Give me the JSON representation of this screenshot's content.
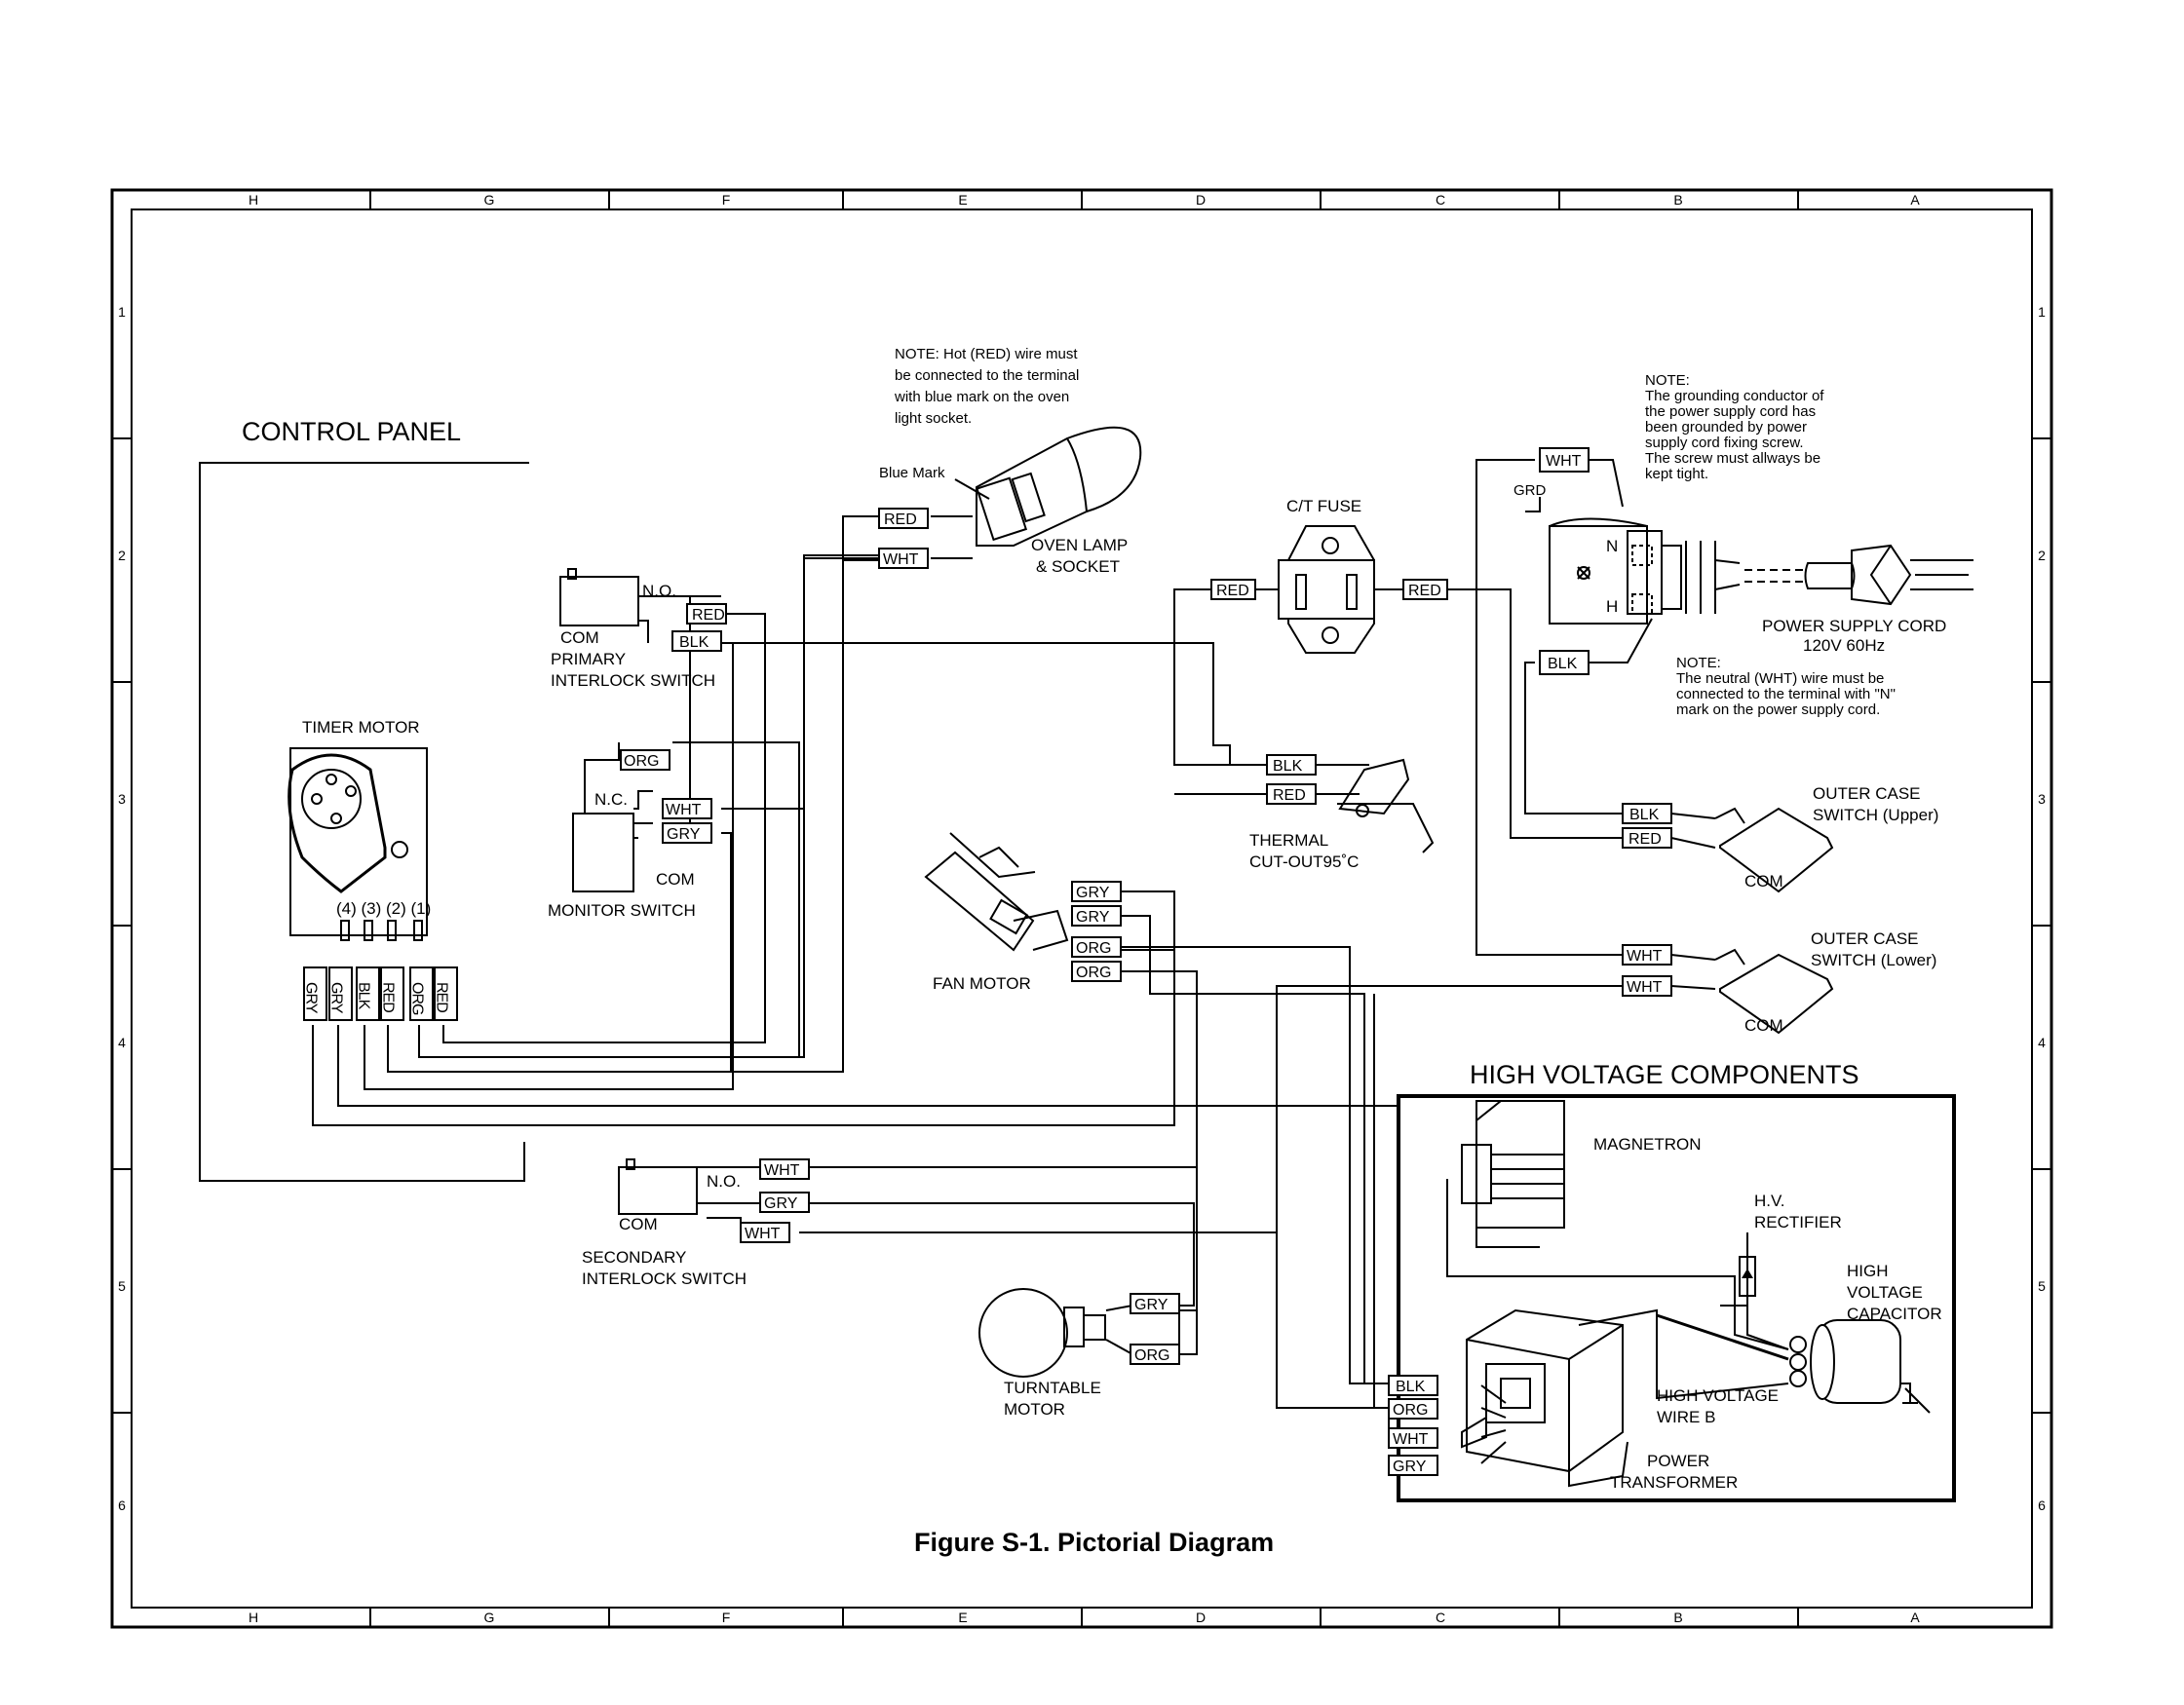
{
  "figure": {
    "caption": "Figure S-1. Pictorial Diagram"
  },
  "border": {
    "columns_top": [
      "H",
      "G",
      "F",
      "E",
      "D",
      "C",
      "B",
      "A"
    ],
    "columns_bottom": [
      "H",
      "G",
      "F",
      "E",
      "D",
      "C",
      "B",
      "A"
    ],
    "rows_left": [
      "1",
      "2",
      "3",
      "4",
      "5",
      "6"
    ],
    "rows_right": [
      "1",
      "2",
      "3",
      "4",
      "5",
      "6"
    ]
  },
  "sections": {
    "control_panel": "CONTROL PANEL",
    "high_voltage": "HIGH VOLTAGE COMPONENTS"
  },
  "notes": {
    "lamp_note": [
      "NOTE: Hot (RED) wire must",
      "be connected to the terminal",
      "with blue mark on the oven",
      "light socket."
    ],
    "ground_note": [
      "NOTE:",
      "The grounding conductor of",
      "the power supply cord has",
      "been grounded by power",
      "supply cord fixing screw.",
      "The screw must allways be",
      "kept tight."
    ],
    "neutral_note": [
      "NOTE:",
      "The neutral (WHT) wire must be",
      "connected to the terminal with \"N\"",
      "mark on the power    supply cord."
    ]
  },
  "components": {
    "timer_motor": "TIMER MOTOR",
    "timer_pins": "(4) (3) (2) (1)",
    "primary_switch": [
      "PRIMARY",
      "INTERLOCK SWITCH"
    ],
    "monitor_switch": "MONITOR SWITCH",
    "secondary_switch": [
      "SECONDARY",
      "INTERLOCK SWITCH"
    ],
    "oven_lamp": [
      "OVEN LAMP",
      "& SOCKET"
    ],
    "blue_mark": "Blue Mark",
    "ct_fuse": "C/T FUSE",
    "thermal_cutout": [
      "THERMAL",
      "CUT-OUT95˚C"
    ],
    "fan_motor": "FAN MOTOR",
    "turntable_motor": [
      "TURNTABLE",
      "MOTOR"
    ],
    "power_cord": [
      "POWER SUPPLY CORD",
      "120V 60Hz"
    ],
    "outer_upper": [
      "OUTER CASE",
      "SWITCH (Upper)"
    ],
    "outer_lower": [
      "OUTER CASE",
      "SWITCH (Lower)"
    ],
    "magnetron": "MAGNETRON",
    "hv_rectifier": [
      "H.V.",
      "RECTIFIER"
    ],
    "hv_capacitor": [
      "HIGH",
      "VOLTAGE",
      "CAPACITOR"
    ],
    "hv_wire": [
      "HIGH VOLTAGE",
      "WIRE B"
    ],
    "power_transformer": [
      "POWER",
      "TRANSFORMER"
    ],
    "no": "N.O.",
    "nc": "N.C.",
    "com": "COM",
    "grd": "GRD",
    "n_mark": "N",
    "h_mark": "H"
  },
  "wire_tags": {
    "red": "RED",
    "wht": "WHT",
    "blk": "BLK",
    "org": "ORG",
    "gry": "GRY"
  },
  "timer_terminals": [
    "GRY",
    "GRY",
    "BLK",
    "RED",
    "ORG",
    "RED"
  ]
}
